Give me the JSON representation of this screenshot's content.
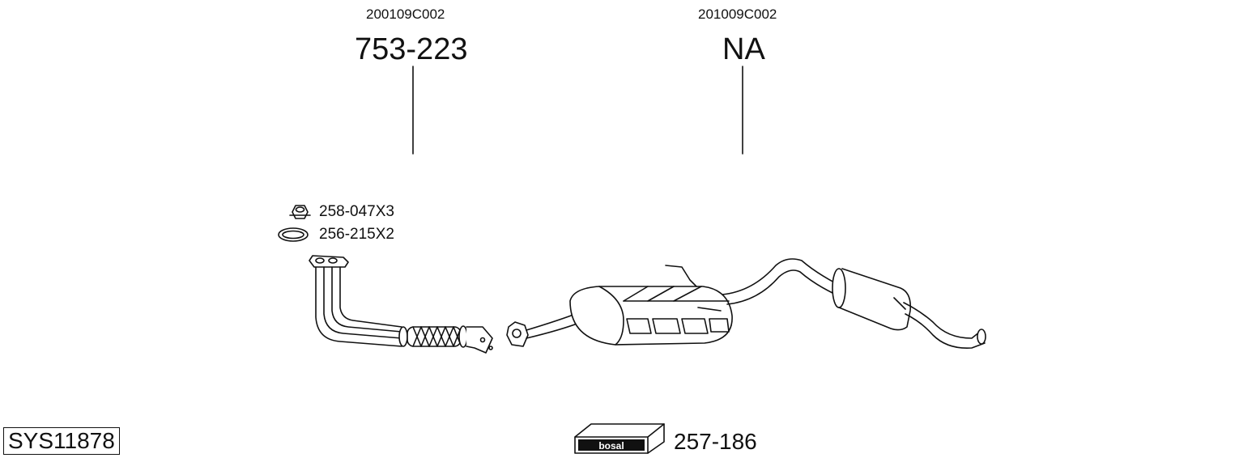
{
  "callouts": [
    {
      "code": "200109C002",
      "part": "753-223"
    },
    {
      "code": "201009C002",
      "part": "NA"
    }
  ],
  "hardware": [
    {
      "icon": "nut-icon",
      "part": "258-047X3"
    },
    {
      "icon": "gasket-ring-icon",
      "part": "256-215X2"
    }
  ],
  "system_id": "SYS11878",
  "kit": {
    "logo_text": "bosal",
    "part": "257-186"
  },
  "colors": {
    "line": "#111111",
    "fill": "#ffffff",
    "shade": "#dddddd"
  }
}
